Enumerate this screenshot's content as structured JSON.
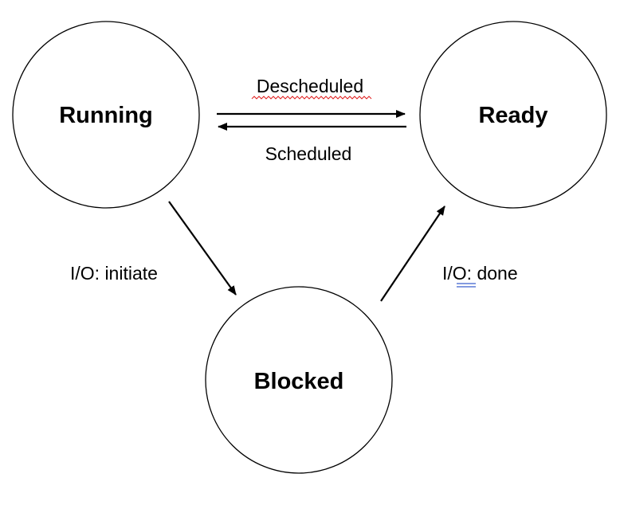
{
  "diagram": {
    "states": {
      "running": "Running",
      "ready": "Ready",
      "blocked": "Blocked"
    },
    "transitions": {
      "descheduled": "Descheduled",
      "scheduled": "Scheduled",
      "io_initiate": "I/O: initiate",
      "io_done": "I/O: done"
    },
    "colors": {
      "stroke": "#000000",
      "text": "#000000",
      "background": "#ffffff",
      "spell_squiggle": "#e02020",
      "grammar_underline": "#3a5fcd"
    }
  }
}
